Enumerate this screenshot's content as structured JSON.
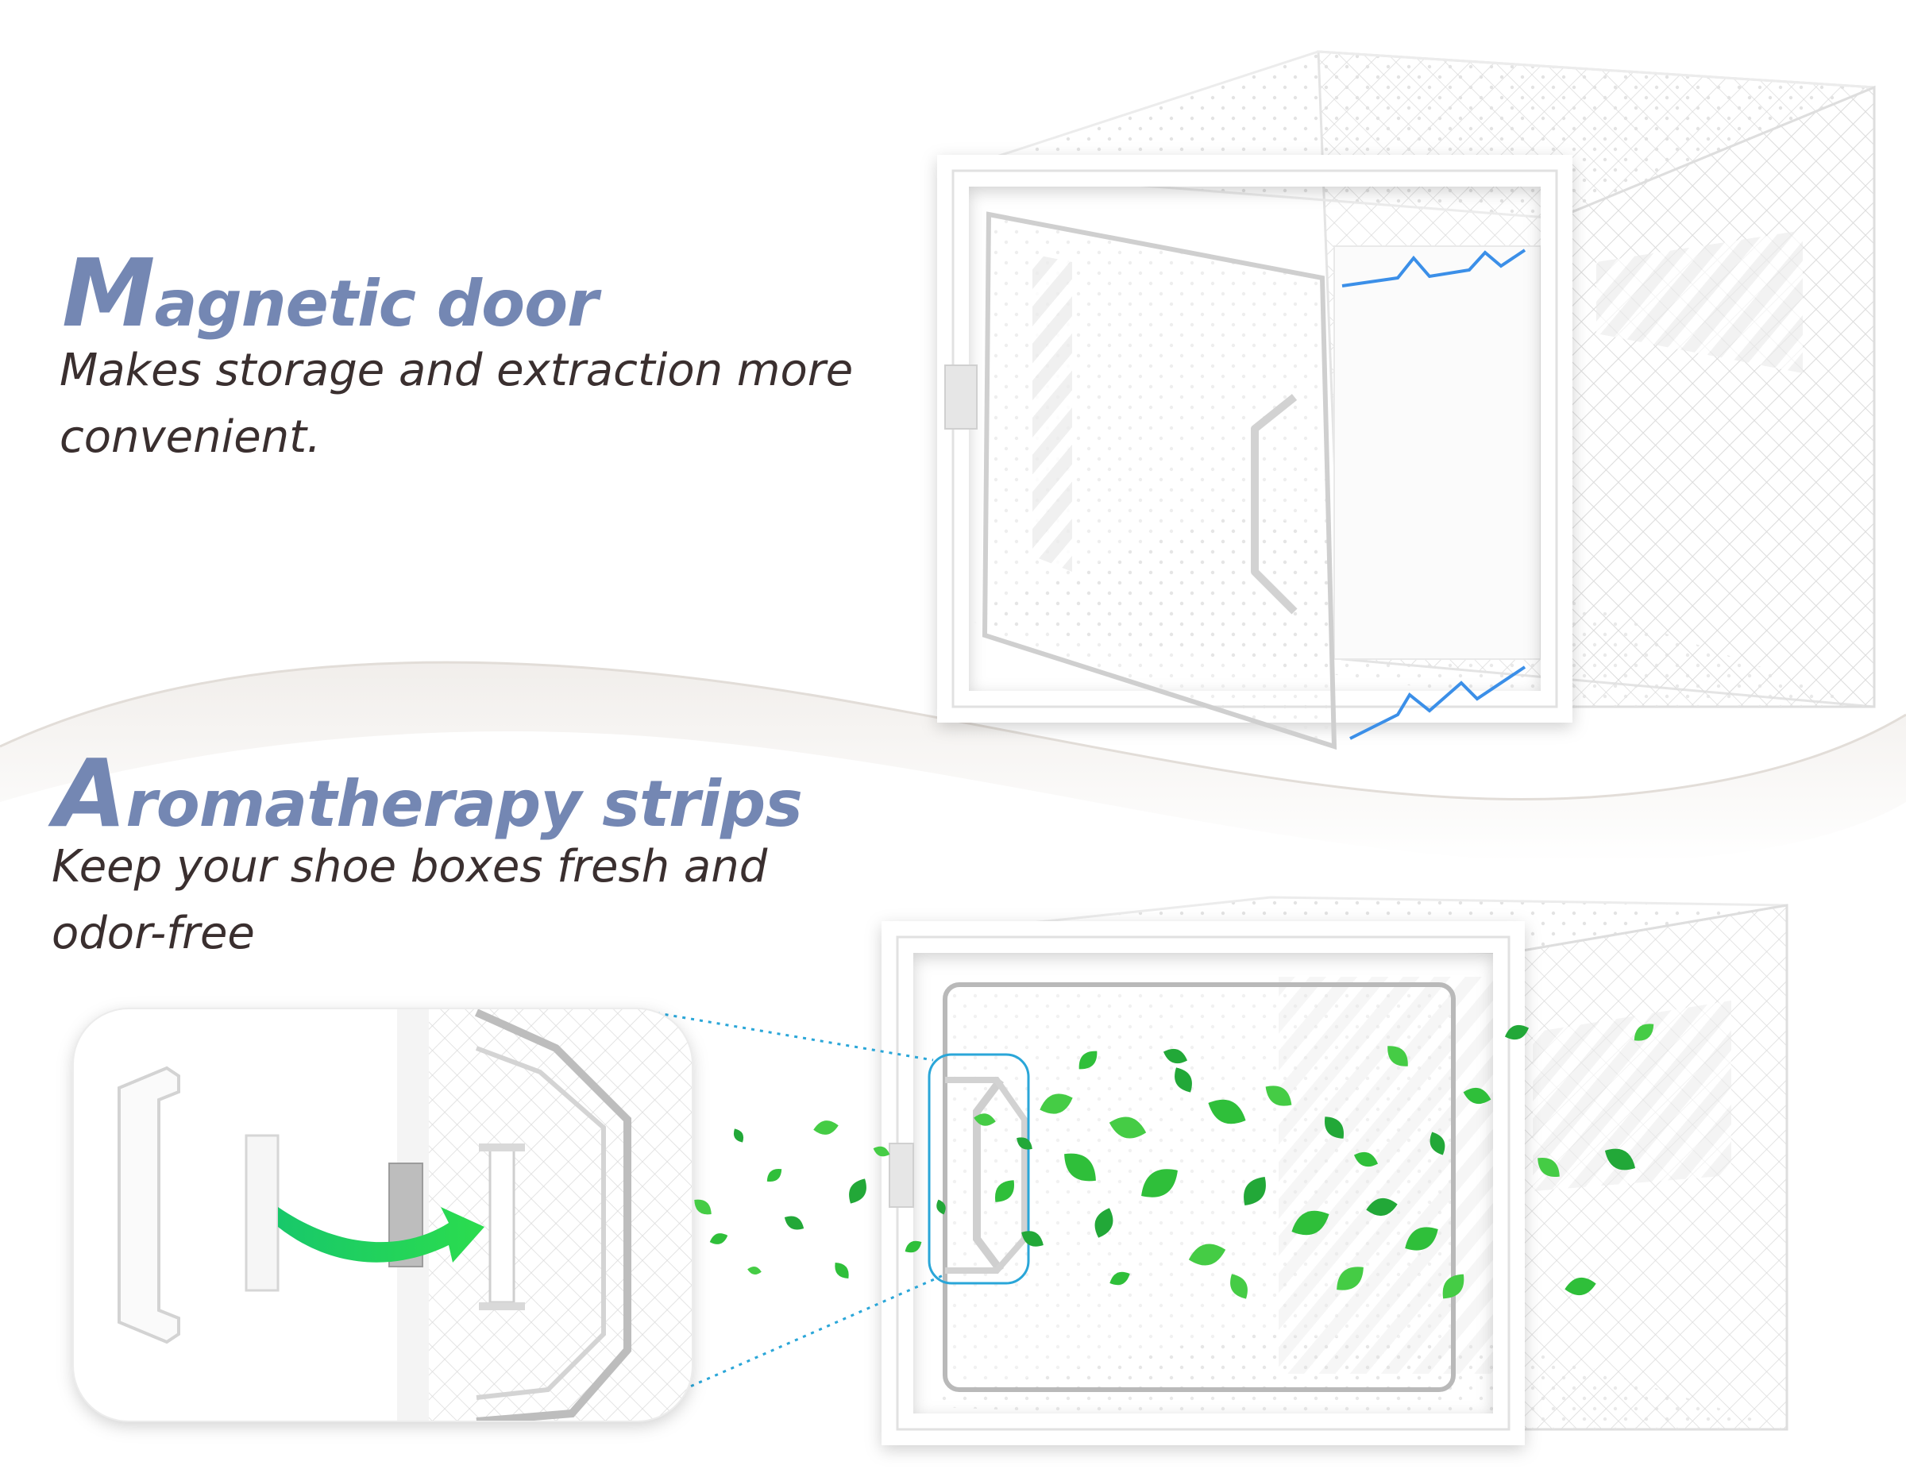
{
  "colors": {
    "heading": "#7487b3",
    "body_text": "#3a2f2f",
    "leaf_green": "#2fbf3a",
    "arrow_green": "#1fcf55",
    "highlight_blue": "#2aa6d8",
    "spark_blue": "#3b8fe8",
    "frame_white": "#ffffff",
    "frame_shadow": "#d8d8d8",
    "wave_grey": "#e9e6e3"
  },
  "section_magnetic": {
    "title_initial": "M",
    "title_rest": "agnetic door",
    "lines": [
      "Makes storage and extraction more",
      "convenient."
    ]
  },
  "section_aroma": {
    "title_initial": "A",
    "title_rest": "romatherapy strips",
    "lines": [
      "Keep your shoe boxes fresh and",
      "odor-free"
    ]
  },
  "icons": {
    "magnet_spark_top": "lightning-spark-icon",
    "magnet_spark_bottom": "lightning-spark-icon",
    "insert_arrow": "curved-arrow-icon",
    "leaf": "leaf-icon"
  }
}
